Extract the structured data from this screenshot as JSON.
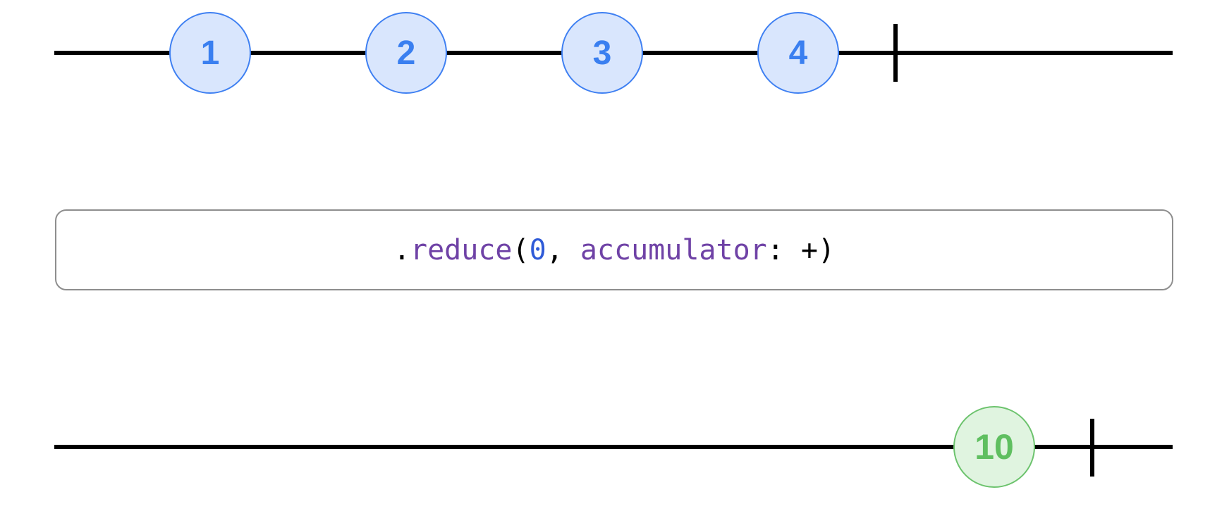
{
  "input_stream": {
    "values": [
      "1",
      "2",
      "3",
      "4"
    ],
    "marble_color": "#d9e6fd",
    "marble_border": "#3f80f2",
    "text_color": "#3a7ff0",
    "completes": true
  },
  "operator": {
    "dot": ".",
    "name": "reduce",
    "open_paren": "(",
    "initial": "0",
    "comma": ", ",
    "param_label": "accumulator",
    "colon": ": ",
    "accumulator": "+",
    "close_paren": ")",
    "colors": {
      "name": "#6f42a6",
      "literal": "#2f5bd8",
      "punct": "#000000"
    }
  },
  "output_stream": {
    "values": [
      "10"
    ],
    "marble_color": "#e0f4e0",
    "marble_border": "#6cc36d",
    "text_color": "#5fbf60",
    "completes": true
  }
}
